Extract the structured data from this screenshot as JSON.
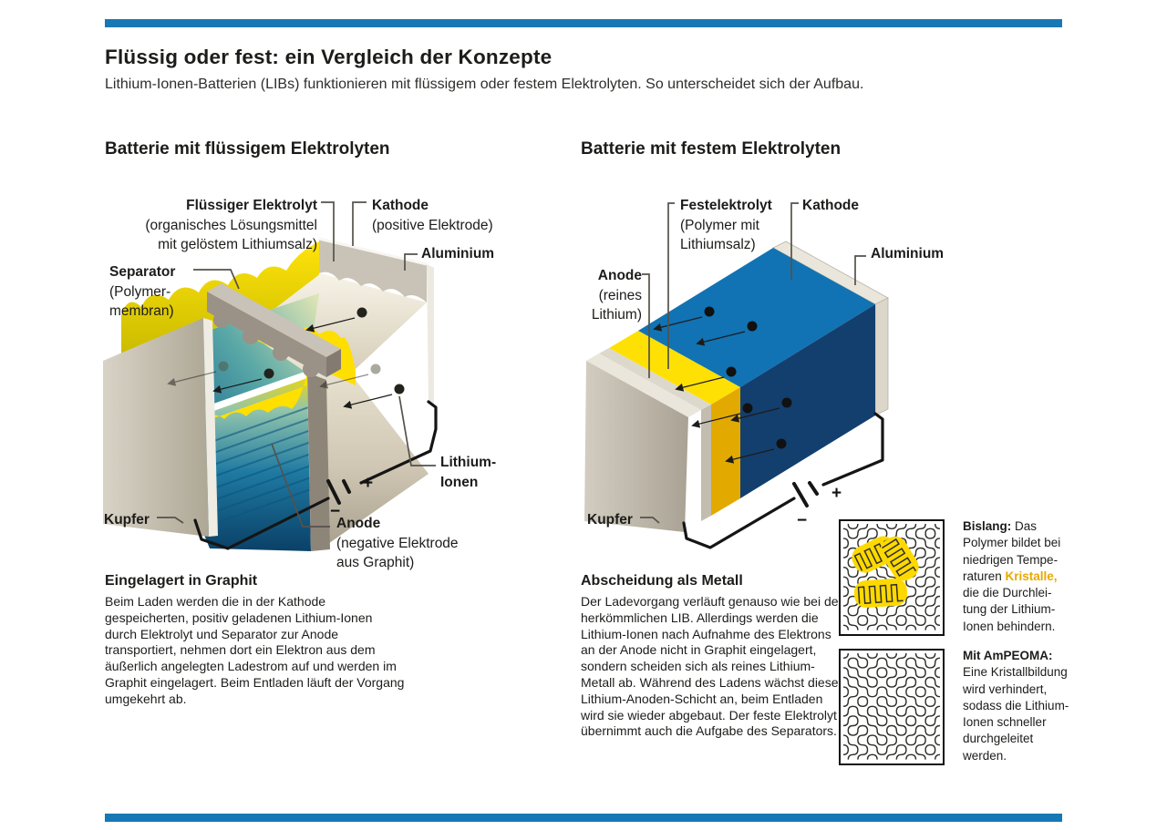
{
  "page": {
    "title": "Flüssig oder fest: ein Vergleich der Konzepte",
    "subtitle": "Lithium-Ionen-Batterien (LIBs) funktionieren mit flüssigem oder festem Elektrolyten. So unterscheidet sich der Aufbau."
  },
  "colors": {
    "accent_blue": "#1778b5",
    "bright_yellow": "#ffdf00",
    "gold": "#e2a900",
    "cathode_top_blue": "#1173b3",
    "cathode_front_navy": "#133f6e",
    "copper_grey": "#c6c0b3",
    "highlight_text_gold": "#e9a800"
  },
  "left": {
    "heading": "Batterie mit flüssigem Elektrolyten",
    "labels": {
      "elektrolyt": {
        "title": "Flüssiger Elektrolyt",
        "sub1": "(organisches Lösungsmittel",
        "sub2": "mit gelöstem Lithiumsalz)"
      },
      "kathode": {
        "title": "Kathode",
        "sub": "(positive Elektrode)"
      },
      "aluminium": "Aluminium",
      "separator": {
        "title": "Separator",
        "sub1": "(Polymer-",
        "sub2": "membran)"
      },
      "kupfer": "Kupfer",
      "lithium_ionen": {
        "line1": "Lithium-",
        "line2": "Ionen"
      },
      "anode": {
        "title": "Anode",
        "sub1": "(negative Elektrode",
        "sub2": "aus Graphit)"
      }
    },
    "circuit": {
      "minus": "−",
      "plus": "+"
    },
    "body": {
      "heading": "Eingelagert in Graphit",
      "text": "Beim Laden werden die in der Kathode gespeicherten, positiv geladenen Lithium-Ionen durch Elektrolyt und Separator zur Anode transportiert, nehmen dort ein Elektron aus dem äußerlich angelegten Ladestrom auf und werden im Graphit eingelagert. Beim Entladen läuft der Vorgang umgekehrt ab."
    }
  },
  "right": {
    "heading": "Batterie mit festem Elektrolyten",
    "labels": {
      "festelektrolyt": {
        "title": "Festelektrolyt",
        "sub1": "(Polymer mit",
        "sub2": "Lithiumsalz)"
      },
      "kathode": "Kathode",
      "aluminium": "Aluminium",
      "anode": {
        "title": "Anode",
        "sub1": "(reines",
        "sub2": "Lithium)"
      },
      "kupfer": "Kupfer"
    },
    "circuit": {
      "minus": "−",
      "plus": "+"
    },
    "body": {
      "heading": "Abscheidung als Metall",
      "text": "Der Ladevorgang verläuft genauso wie bei der herkömmlichen LIB. Allerdings werden die Lithium-Ionen nach Aufnahme des Elektrons an der Anode nicht in Graphit eingelagert, sondern scheiden sich als reines Lithium-Metall ab. Während des Ladens wächst diese Lithium-Anoden-Schicht an, beim Entladen wird sie wieder abgebaut. Der feste Elektrolyt übernimmt auch die Aufgabe des Separators."
    }
  },
  "callouts": {
    "bislang": {
      "lines": [
        [
          {
            "t": "Bislang:",
            "b": 1
          },
          {
            "t": " Das"
          }
        ],
        [
          {
            "t": "Polymer bildet bei"
          }
        ],
        [
          {
            "t": "niedrigen Tempe-"
          }
        ],
        [
          {
            "t": "raturen "
          },
          {
            "t": "Kristalle,",
            "h": 1
          }
        ],
        [
          {
            "t": "die die Durchlei-"
          }
        ],
        [
          {
            "t": "tung der Lithium-"
          }
        ],
        [
          {
            "t": "Ionen behindern."
          }
        ]
      ]
    },
    "ampeoma": {
      "lines": [
        [
          {
            "t": "Mit AmPEOMA:",
            "b": 1
          }
        ],
        [
          {
            "t": "Eine Kristallbildung"
          }
        ],
        [
          {
            "t": "wird verhindert,"
          }
        ],
        [
          {
            "t": "sodass die Lithium-"
          }
        ],
        [
          {
            "t": "Ionen schneller"
          }
        ],
        [
          {
            "t": "durchgeleitet"
          }
        ],
        [
          {
            "t": "werden."
          }
        ]
      ]
    }
  }
}
